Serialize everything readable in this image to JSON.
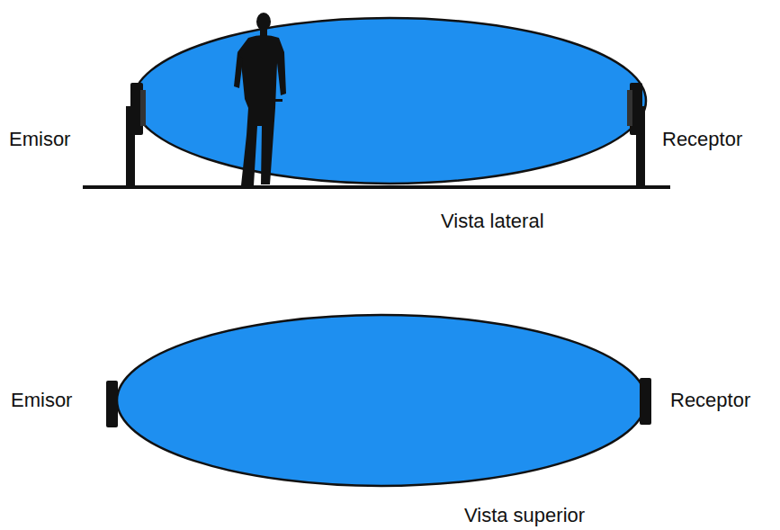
{
  "diagram": {
    "labels": [
      "Emisor",
      "Receptor",
      "Vista lateral",
      "Emisor",
      "Receptor",
      "Vista superior"
    ]
  }
}
